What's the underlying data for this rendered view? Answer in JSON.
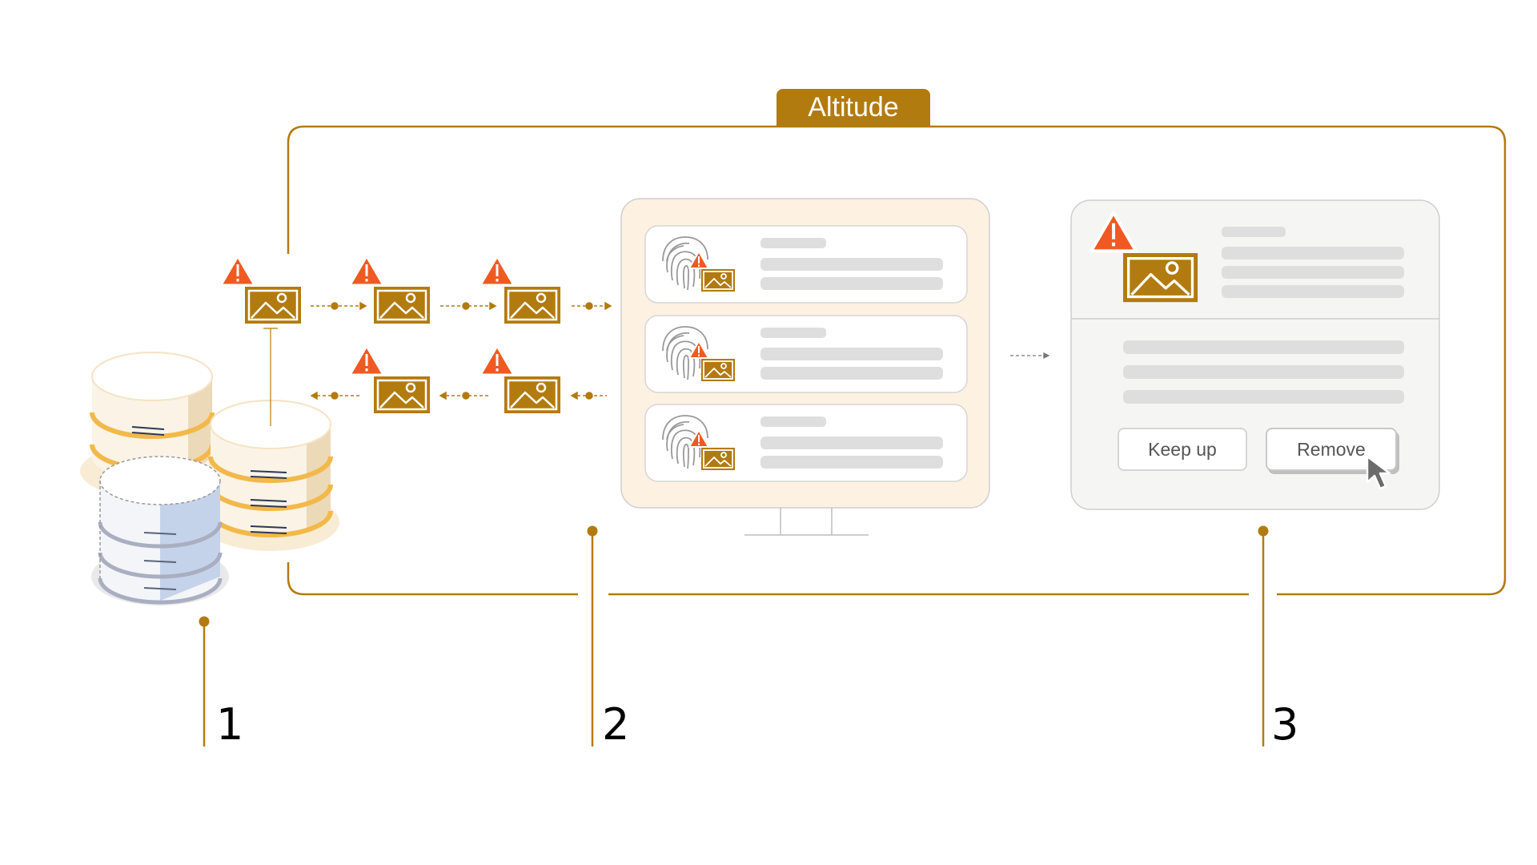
{
  "frame": {
    "label": "Altitude"
  },
  "steps": [
    {
      "number": "1"
    },
    {
      "number": "2"
    },
    {
      "number": "3"
    }
  ],
  "review_panel": {
    "buttons": {
      "keep": "Keep up",
      "remove": "Remove"
    }
  },
  "icons": {
    "warning": "warning-triangle-icon",
    "image": "image-icon",
    "fingerprint": "fingerprint-icon",
    "cursor": "mouse-pointer-icon",
    "database": "database-icon",
    "monitor": "monitor-icon"
  },
  "colors": {
    "accent": "#b27b0f",
    "warning": "#f05a22",
    "database_orange": "#f2b94a",
    "database_blue": "#c5d3ea",
    "monitor_bg": "#fdf1e2",
    "panel_bg": "#f5f5f3",
    "placeholder": "#dedede"
  }
}
